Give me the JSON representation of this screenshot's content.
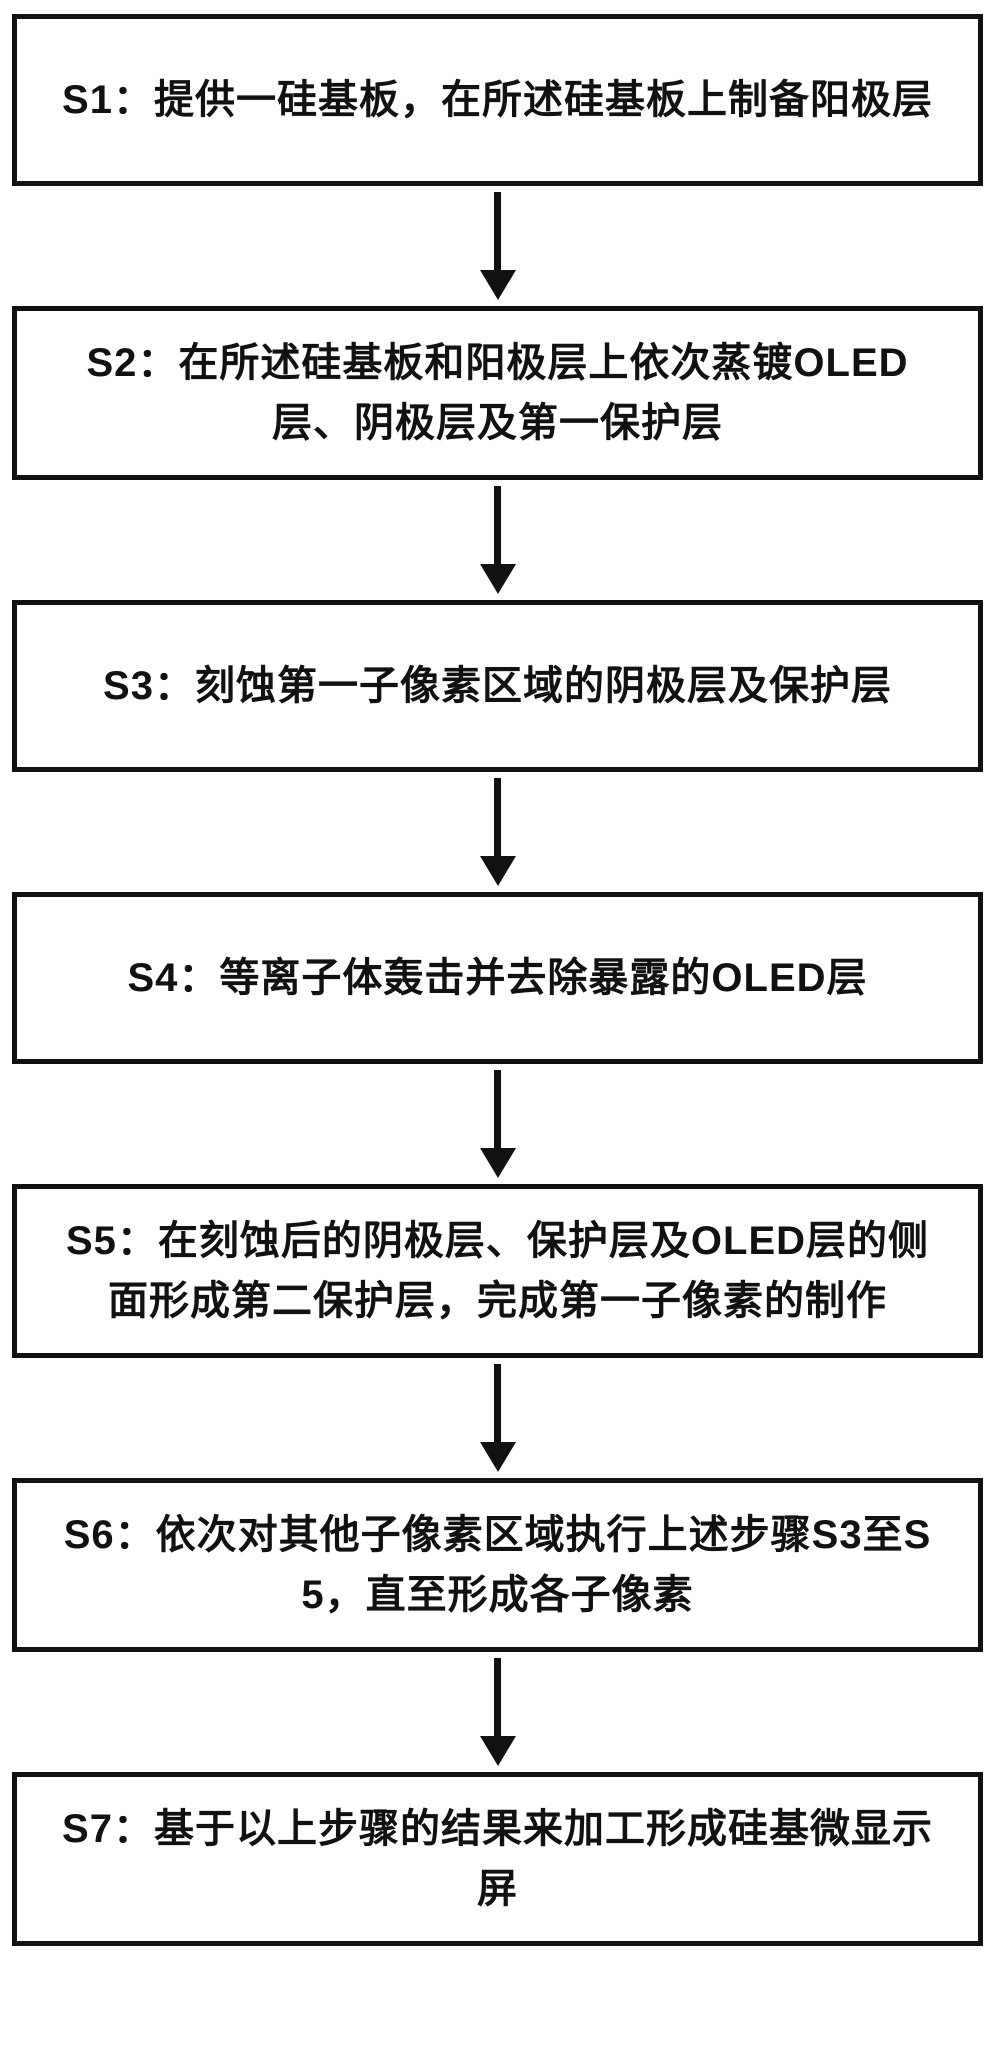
{
  "colors": {
    "line": "#111111",
    "background": "#ffffff"
  },
  "flowchart": {
    "type": "vertical-flowchart",
    "steps": [
      {
        "id": "S1",
        "text": "S1：提供一硅基板，在所述硅基板上制备阳极层"
      },
      {
        "id": "S2",
        "text": "S2：在所述硅基板和阳极层上依次蒸镀OLED层、阴极层及第一保护层"
      },
      {
        "id": "S3",
        "text": "S3：刻蚀第一子像素区域的阴极层及保护层"
      },
      {
        "id": "S4",
        "text": "S4：等离子体轰击并去除暴露的OLED层"
      },
      {
        "id": "S5",
        "text": "S5：在刻蚀后的阴极层、保护层及OLED层的侧面形成第二保护层，完成第一子像素的制作"
      },
      {
        "id": "S6",
        "text": "S6：依次对其他子像素区域执行上述步骤S3至S5，直至形成各子像素"
      },
      {
        "id": "S7",
        "text": "S7：基于以上步骤的结果来加工形成硅基微显示屏"
      }
    ]
  }
}
